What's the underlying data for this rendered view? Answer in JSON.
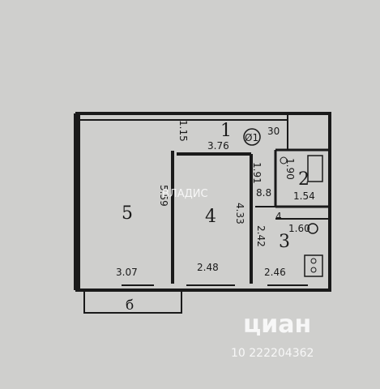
{
  "rooms": [
    {
      "id": "1",
      "label": "1",
      "dim": "3.76"
    },
    {
      "id": "2",
      "label": "2",
      "dim": "1.54"
    },
    {
      "id": "3",
      "label": "3",
      "dim": "2.46"
    },
    {
      "id": "4",
      "label": "4",
      "dim": "2.48"
    },
    {
      "id": "5",
      "label": "5",
      "dim": "3.07"
    }
  ],
  "dimensions": {
    "corridor_width": "1.15",
    "wall_short": "30",
    "room5_length": "5.59",
    "room4_length": "4.33",
    "vert_1_91": "1.91",
    "hall_8_8": "8.8",
    "bath_width": "1.90",
    "wc_length": "1.60",
    "kitchen_len": "2.42",
    "corner_4": "4"
  },
  "balcony_label": "б",
  "corridor_marker": "Ø1",
  "watermarks": {
    "vladis": "ВЛАДИС",
    "cian": "циан",
    "cian_id": "10 222204362"
  },
  "colors": {
    "background": "#cfcfcd",
    "ink": "#1a1a1a"
  }
}
